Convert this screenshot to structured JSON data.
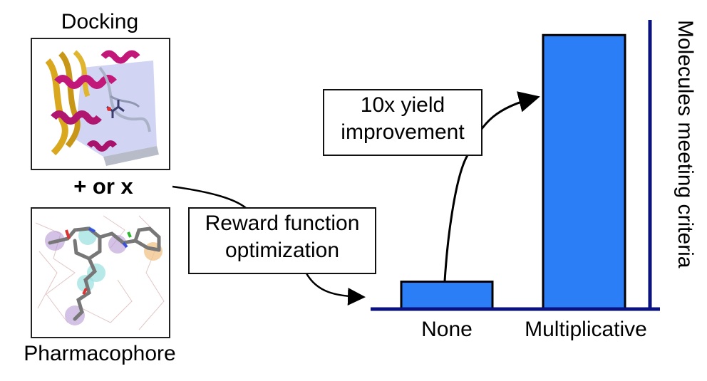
{
  "panels": {
    "docking_label": "Docking",
    "pharmacophore_label": "Pharmacophore",
    "combine_label": "+ or x"
  },
  "callouts": {
    "reward_line1": "Reward function",
    "reward_line2": "optimization",
    "yield_line1": "10x yield",
    "yield_line2": "improvement"
  },
  "chart_data": {
    "type": "bar",
    "categories": [
      "None",
      "Multiplicative"
    ],
    "values": [
      1,
      10
    ],
    "ylabel": "Molecules meeting criteria",
    "ylim": [
      0,
      10.5
    ],
    "bar_color": "#2b7ef6",
    "axis_color": "#0a1280"
  },
  "colors": {
    "helix": "#c2187a",
    "sheet": "#d9a81e",
    "pocket": "#b9bde8"
  }
}
